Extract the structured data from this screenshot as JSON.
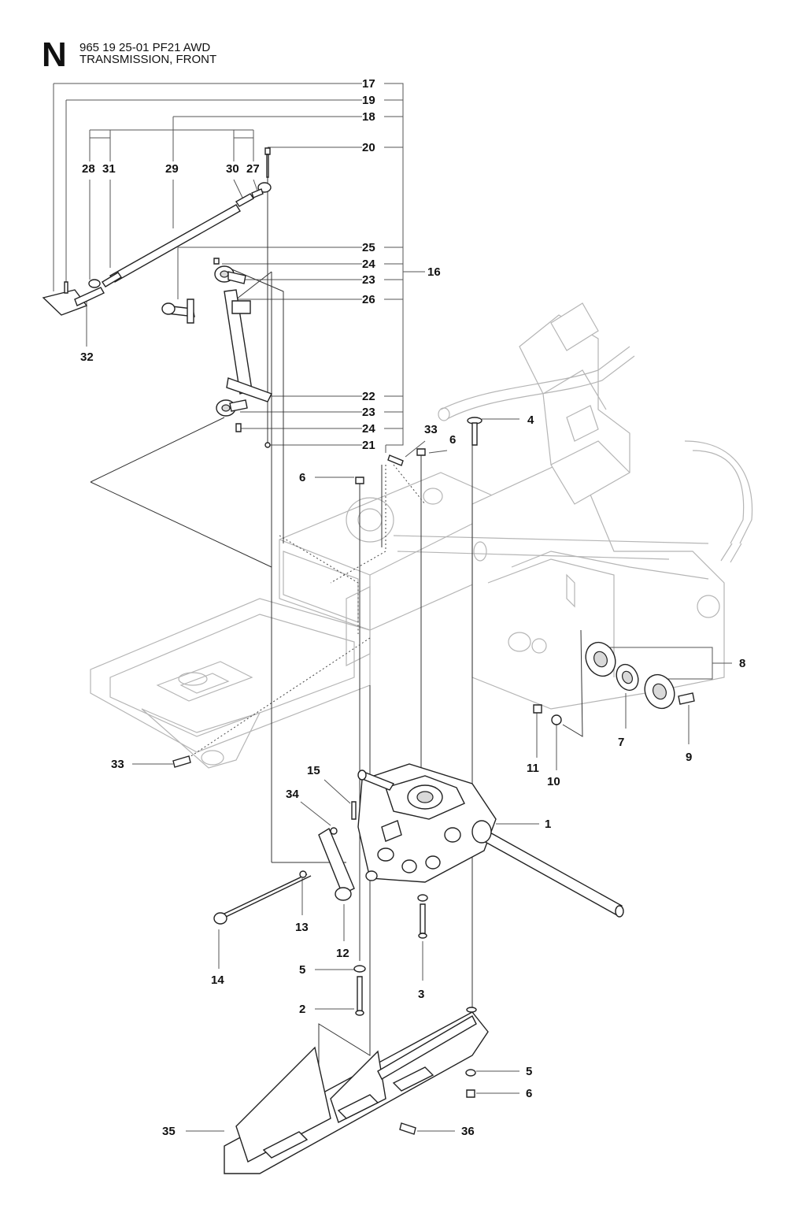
{
  "header": {
    "section": "N",
    "line1": "965 19 25-01 PF21 AWD",
    "line2": "TRANSMISSION, FRONT"
  },
  "callouts": [
    {
      "id": "c17",
      "text": "17"
    },
    {
      "id": "c19",
      "text": "19"
    },
    {
      "id": "c18",
      "text": "18"
    },
    {
      "id": "c20",
      "text": "20"
    },
    {
      "id": "c28",
      "text": "28"
    },
    {
      "id": "c31",
      "text": "31"
    },
    {
      "id": "c29",
      "text": "29"
    },
    {
      "id": "c30",
      "text": "30"
    },
    {
      "id": "c27",
      "text": "27"
    },
    {
      "id": "c25",
      "text": "25"
    },
    {
      "id": "c24a",
      "text": "24"
    },
    {
      "id": "c23a",
      "text": "23"
    },
    {
      "id": "c26",
      "text": "26"
    },
    {
      "id": "c16",
      "text": "16"
    },
    {
      "id": "c32",
      "text": "32"
    },
    {
      "id": "c22",
      "text": "22"
    },
    {
      "id": "c23b",
      "text": "23"
    },
    {
      "id": "c24b",
      "text": "24"
    },
    {
      "id": "c21",
      "text": "21"
    },
    {
      "id": "c33a",
      "text": "33"
    },
    {
      "id": "c6a",
      "text": "6"
    },
    {
      "id": "c6b",
      "text": "6"
    },
    {
      "id": "c4",
      "text": "4"
    },
    {
      "id": "c8",
      "text": "8"
    },
    {
      "id": "c7",
      "text": "7"
    },
    {
      "id": "c9",
      "text": "9"
    },
    {
      "id": "c11",
      "text": "11"
    },
    {
      "id": "c10",
      "text": "10"
    },
    {
      "id": "c33b",
      "text": "33"
    },
    {
      "id": "c15",
      "text": "15"
    },
    {
      "id": "c34",
      "text": "34"
    },
    {
      "id": "c1",
      "text": "1"
    },
    {
      "id": "c13",
      "text": "13"
    },
    {
      "id": "c14",
      "text": "14"
    },
    {
      "id": "c12",
      "text": "12"
    },
    {
      "id": "c5a",
      "text": "5"
    },
    {
      "id": "c3",
      "text": "3"
    },
    {
      "id": "c2",
      "text": "2"
    },
    {
      "id": "c5b",
      "text": "5"
    },
    {
      "id": "c6c",
      "text": "6"
    },
    {
      "id": "c35",
      "text": "35"
    },
    {
      "id": "c36",
      "text": "36"
    }
  ]
}
